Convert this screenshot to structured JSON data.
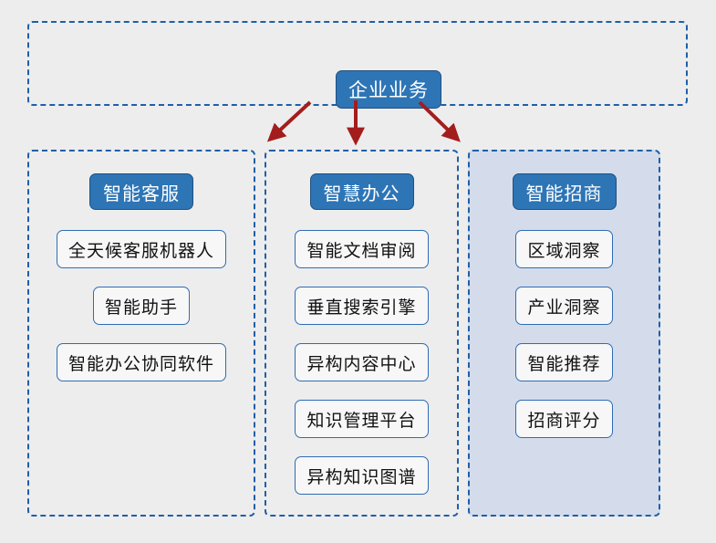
{
  "diagram": {
    "title_node": {
      "label": "企业业务"
    },
    "colors": {
      "header_fill": "#2E75B6",
      "header_text": "#FFFFFF",
      "item_border": "#2E6DB4",
      "item_fill": "#F7F7F7",
      "container_border": "#1F5FA9",
      "arrow": "#A31D1D",
      "highlight_column_fill": "#D4DCEC",
      "page_background": "#EDEDED"
    },
    "arrows": [
      {
        "name": "arrow-to-left-branch",
        "direction": "down-left"
      },
      {
        "name": "arrow-to-middle-branch",
        "direction": "down"
      },
      {
        "name": "arrow-to-right-branch",
        "direction": "down-right"
      }
    ],
    "columns": [
      {
        "header": "智能客服",
        "highlighted": false,
        "items": [
          "全天候客服机器人",
          "智能助手",
          "智能办公协同软件"
        ]
      },
      {
        "header": "智慧办公",
        "highlighted": false,
        "items": [
          "智能文档审阅",
          "垂直搜索引擎",
          "异构内容中心",
          "知识管理平台",
          "异构知识图谱"
        ]
      },
      {
        "header": "智能招商",
        "highlighted": true,
        "items": [
          "区域洞察",
          "产业洞察",
          "智能推荐",
          "招商评分"
        ]
      }
    ]
  }
}
